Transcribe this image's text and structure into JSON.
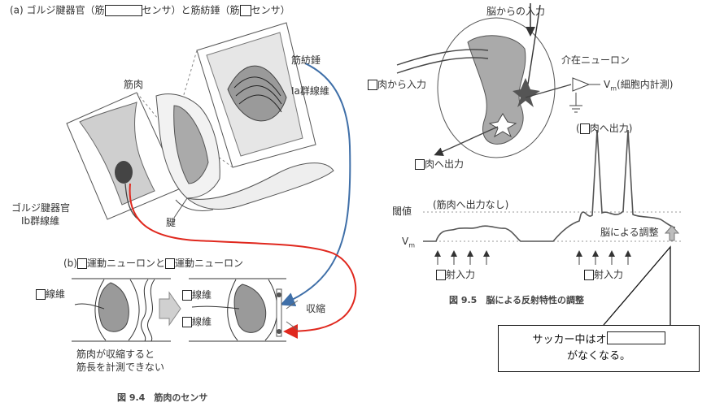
{
  "fig94": {
    "panel_a": {
      "title_pre": "(a)  ゴルジ腱器官（筋",
      "title_mid": "センサ）と筋紡錘（筋",
      "title_post": "センサ）"
    },
    "labels": {
      "spindle": "筋紡錘",
      "ia_fiber": "Ia群線維",
      "muscle": "筋肉",
      "golgi": "ゴルジ腱器官",
      "ib_fiber": "Ib群線維",
      "tendon": "腱"
    },
    "panel_b": {
      "title_pre": "(b)",
      "title_mid": "運動ニューロンと",
      "title_post": "運動ニューロン"
    },
    "fiber": "線維",
    "contraction": "収縮",
    "note_line1": "筋肉が収縮すると",
    "note_line2": "筋長を計測できない",
    "caption": "図 9.4　筋肉のセンサ"
  },
  "fig95": {
    "brain_input": "脳からの入力",
    "interneuron": "介在ニューロン",
    "input_suffix": "肉から入力",
    "vm_label": "V",
    "vm_sub": "m",
    "vm_desc": "(細胞内計測)",
    "output_paren_suffix": "肉へ出力)",
    "output_paren_prefix": "(",
    "output_suffix": "肉へ出力",
    "threshold": "閾値",
    "no_output": "(筋肉へ出力なし)",
    "vm_axis": "V",
    "vm_axis_sub": "m",
    "modulation": "脳による調整",
    "shot_input": "射入力",
    "caption": "図 9.5　脳による反射特性の調整"
  },
  "callout": {
    "line1_pre": "サッカー中はオ",
    "line2": "がなくなる。"
  },
  "colors": {
    "red_arrow": "#e0281e",
    "blue_arrow": "#3f6fa8",
    "gray_fill": "#9a9a9a"
  }
}
